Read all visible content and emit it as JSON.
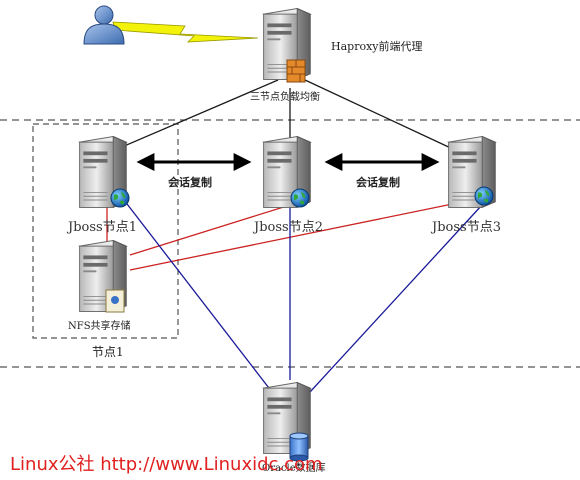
{
  "labels": {
    "haproxy": "Haproxy前端代理",
    "lb": "三节点负载均衡",
    "session_left": "会话复制",
    "session_right": "会话复制",
    "jboss1": "Jboss节点1",
    "jboss2": "Jboss节点2",
    "jboss3": "Jboss节点3",
    "nfs": "NFS共享存储",
    "group": "节点1",
    "oracle": "Oracle数据库"
  },
  "watermark": "Linux公社 http://www.Linuxidc.com",
  "colors": {
    "black_line": "#1a1a1a",
    "red_line": "#cc2222",
    "blue_line": "#1a1a99",
    "dashed": "#555555",
    "lightning": "#f2f20a",
    "watermark": "#e02020"
  },
  "icons": {
    "user": "user-icon",
    "server": "server-icon",
    "firewall": "firewall-icon",
    "globe": "globe-icon",
    "storage": "storage-icon",
    "database": "database-icon",
    "lightning": "lightning-icon",
    "double_arrow": "double-arrow-icon"
  }
}
